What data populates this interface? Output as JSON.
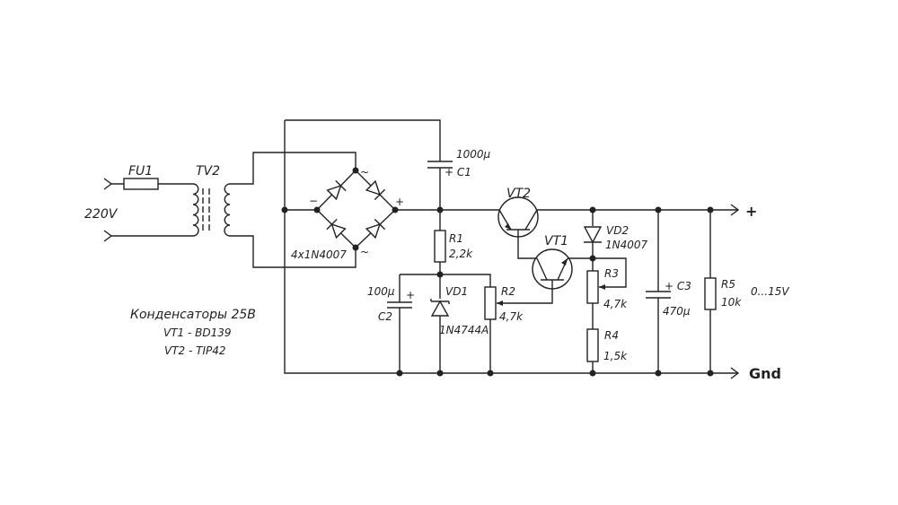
{
  "labels": {
    "input_voltage": "220V",
    "fuse": "FU1",
    "transformer": "TV2",
    "bridge": "4x1N4007",
    "bridge_minus": "−",
    "bridge_plus": "+",
    "bridge_ac_top": "~",
    "bridge_ac_bottom": "~",
    "c1_value": "1000µ",
    "c1_name": "+ C1",
    "vt2": "VT2",
    "vt1": "VT1",
    "vd2_name": "VD2",
    "vd2_value": "1N4007",
    "r1_name": "R1",
    "r1_value": "2,2k",
    "r3_name": "R3",
    "r3_value": "4,7k",
    "r4_name": "R4",
    "r4_value": "1,5k",
    "c3_name": "+ C3",
    "c3_value": "470µ",
    "r5_name": "R5",
    "r5_value": "10k",
    "output_range": "0...15V",
    "output_plus": "+",
    "output_gnd": "Gnd",
    "c2_value": "100µ",
    "c2_name": "C2",
    "c2_plus": "+",
    "vd1_name": "VD1",
    "vd1_value": "1N4744A",
    "r2_name": "R2",
    "r2_value": "4,7k"
  },
  "notes": {
    "capacitors": "Конденсаторы 25В",
    "vt1_part": "VT1 - BD139",
    "vt2_part": "VT2 - TIP42"
  }
}
